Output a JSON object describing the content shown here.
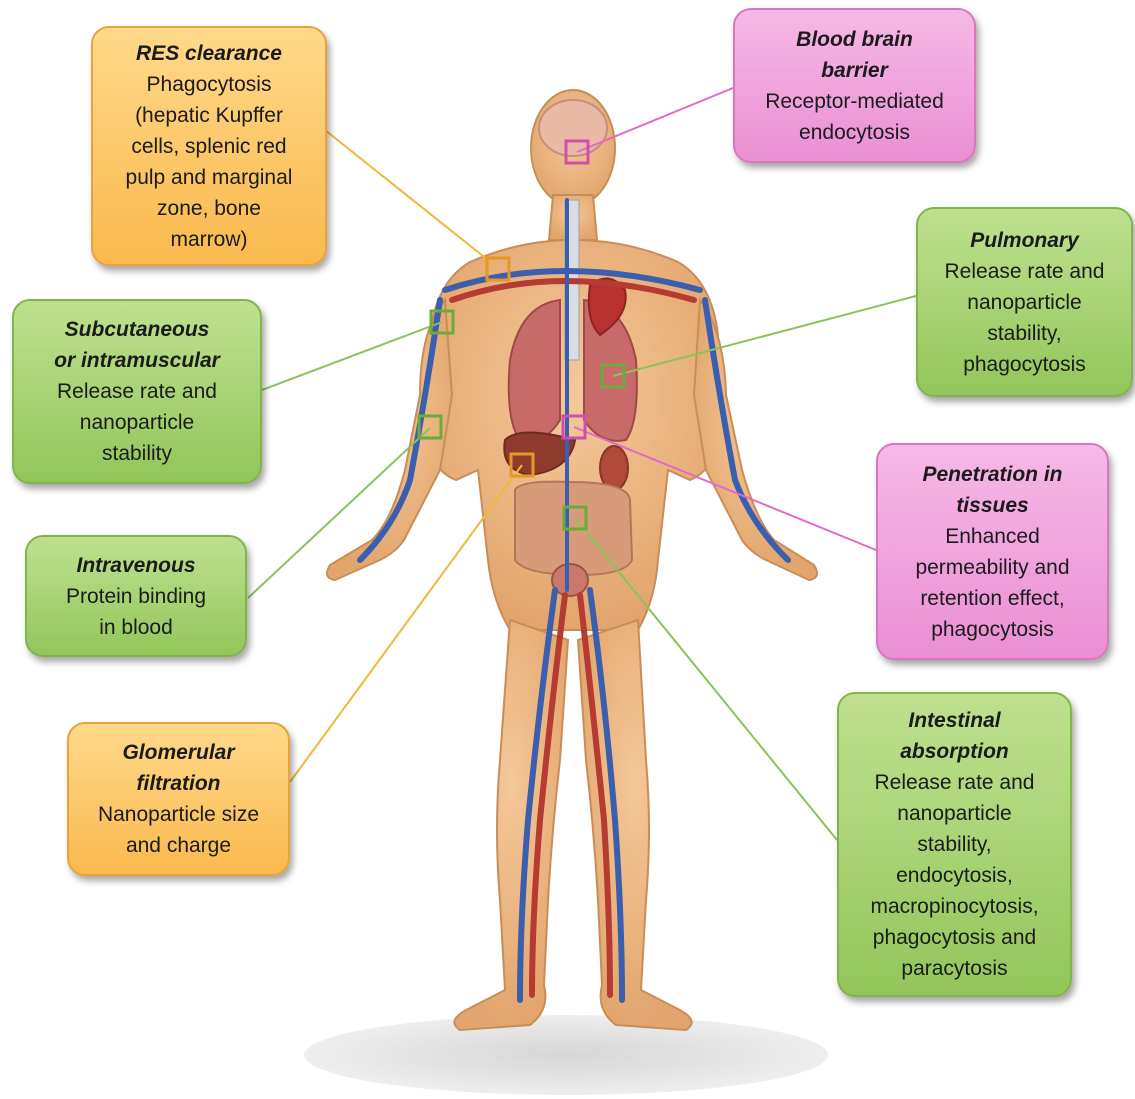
{
  "callouts": {
    "res": {
      "title": "RES clearance",
      "body": "Phagocytosis\n(hepatic Kupffer\ncells, splenic red\npulp and marginal\nzone, bone\nmarrow)",
      "color": "#f9b94d"
    },
    "subcutaneous": {
      "title": "Subcutaneous\nor intramuscular",
      "body": "Release rate and\nnanoparticle\nstability",
      "color": "#93c65a"
    },
    "intravenous": {
      "title": "Intravenous",
      "body": "Protein binding\nin blood",
      "color": "#93c65a"
    },
    "glomerular": {
      "title": "Glomerular\nfiltration",
      "body": "Nanoparticle size\nand charge",
      "color": "#f9b94d"
    },
    "bbb": {
      "title": "Blood brain\nbarrier",
      "body": "Receptor-mediated\nendocytosis",
      "color": "#ea8fd3"
    },
    "pulmonary": {
      "title": "Pulmonary",
      "body": "Release rate and\nnanoparticle\nstability,\nphagocytosis",
      "color": "#93c65a"
    },
    "penetration": {
      "title": "Penetration in\ntissues",
      "body": "Enhanced\npermeability and\nretention effect,\nphagocytosis",
      "color": "#ea8fd3"
    },
    "intestinal": {
      "title": "Intestinal\nabsorption",
      "body": "Release rate and\nnanoparticle\nstability,\nendocytosis,\nmacropinocytosis,\nphagocytosis and\nparacytosis",
      "color": "#93c65a"
    }
  }
}
